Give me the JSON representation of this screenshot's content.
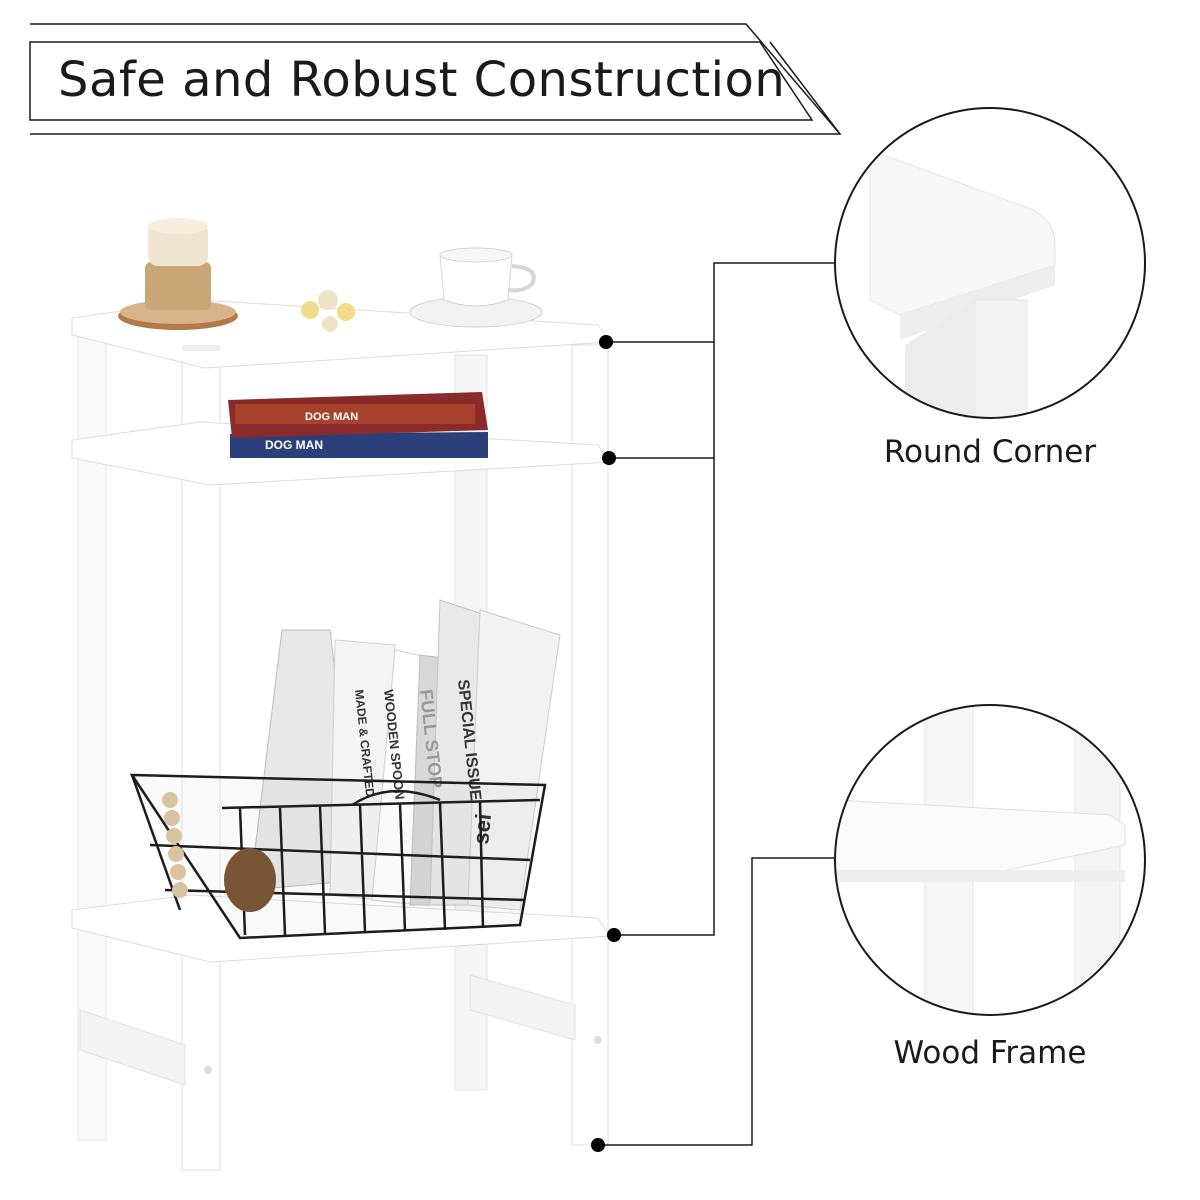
{
  "banner": {
    "title": "Safe and Robust Construction"
  },
  "features": [
    {
      "label": "Round Corner"
    },
    {
      "label": "Wood Frame"
    }
  ],
  "books": {
    "top_shelf": [
      "DOG MAN",
      "DOG MAN"
    ],
    "lower_shelf": [
      "MADE & CRAFTED",
      "WOODEN SPOON",
      "FULL STOP",
      "SPECIAL ISSUE",
      "sei"
    ]
  },
  "colors": {
    "frame": "#ffffff",
    "outline": "#1a1a1a",
    "shadow": "#e6e6e6",
    "basket": "#1c1c1c",
    "candle": "#efe6d2",
    "book_red": "#8a2b2b",
    "book_blue": "#2b3f7a"
  }
}
